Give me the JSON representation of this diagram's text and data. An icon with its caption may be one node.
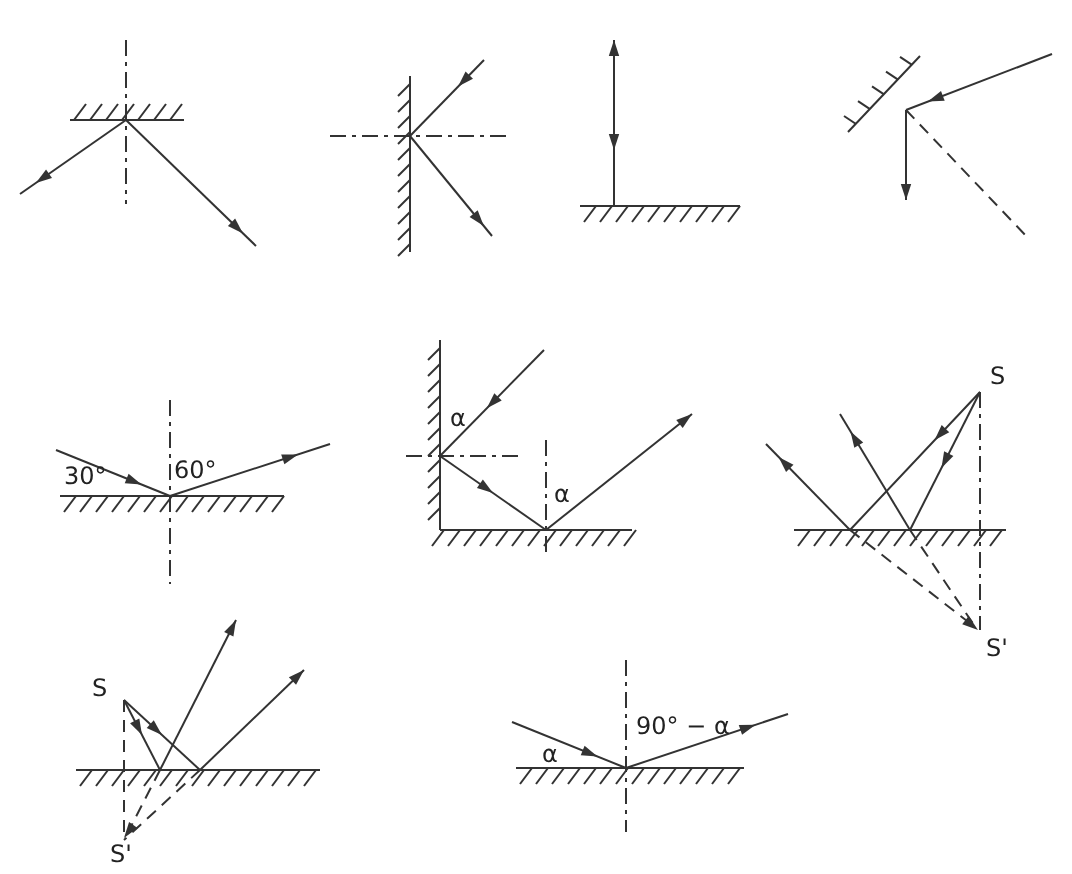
{
  "diagram": {
    "labels": [
      "30°",
      "60°",
      "α",
      "α",
      "S",
      "S'",
      "S",
      "S'",
      "α",
      "90° − α"
    ]
  }
}
